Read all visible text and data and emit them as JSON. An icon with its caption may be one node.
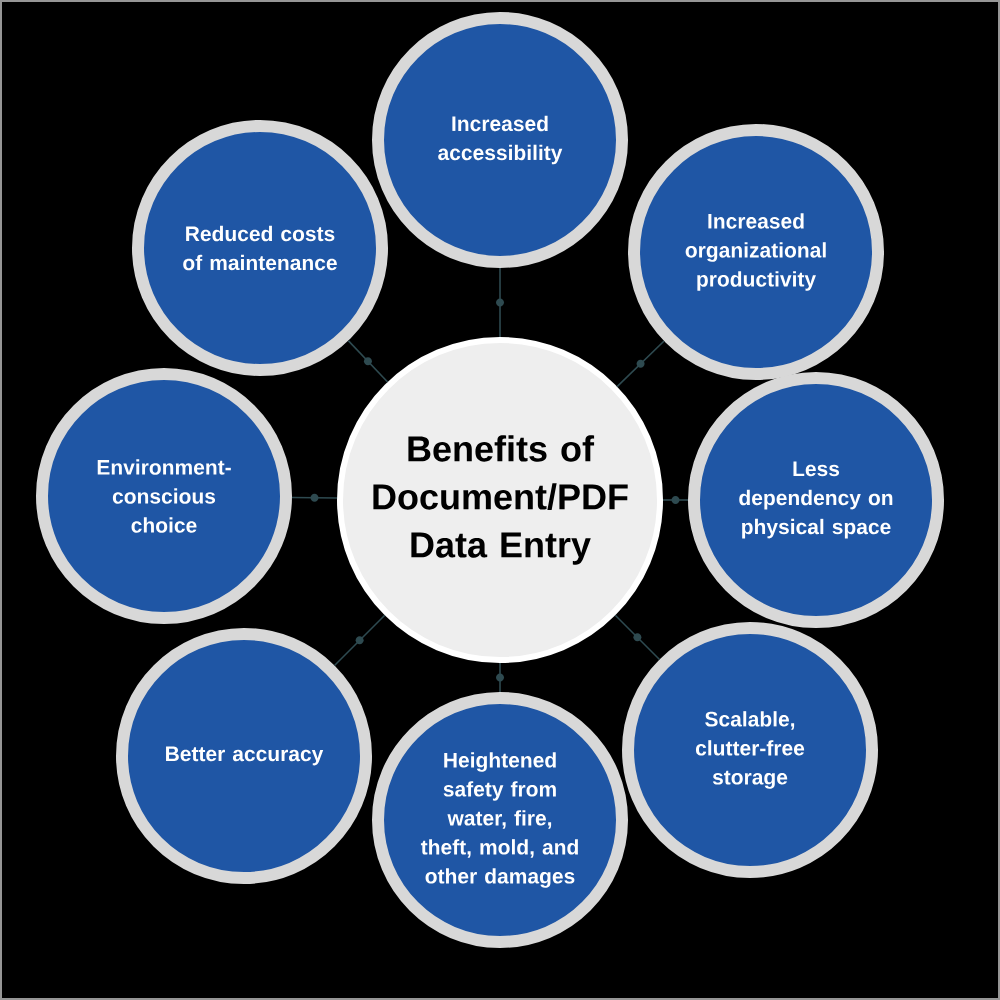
{
  "diagram": {
    "nodes": [
      {
        "text": [
          "Benefits of Document/PDF Data Entry"
        ]
      },
      {
        "text": [
          "Increased accessibility"
        ]
      },
      {
        "text": [
          "Increased organizational productivity"
        ]
      },
      {
        "text": [
          "Less dependency on physical space"
        ]
      },
      {
        "text": [
          "Scalable, clutter-free storage"
        ]
      },
      {
        "text": [
          "Heightened safety from water, fire, theft, mold, and other damages"
        ]
      },
      {
        "text": [
          "Better accuracy"
        ]
      },
      {
        "text": [
          "Environment-conscious choice"
        ]
      },
      {
        "text": [
          "Reduced costs of maintenance"
        ]
      }
    ],
    "edges": [
      {
        "from": 0,
        "to": 1,
        "arrow": "none"
      },
      {
        "from": 0,
        "to": 2,
        "arrow": "none"
      },
      {
        "from": 0,
        "to": 3,
        "arrow": "none"
      },
      {
        "from": 0,
        "to": 4,
        "arrow": "none"
      },
      {
        "from": 0,
        "to": 5,
        "arrow": "none"
      },
      {
        "from": 0,
        "to": 6,
        "arrow": "none"
      },
      {
        "from": 0,
        "to": 7,
        "arrow": "none"
      },
      {
        "from": 0,
        "to": 8,
        "arrow": "none"
      }
    ]
  }
}
